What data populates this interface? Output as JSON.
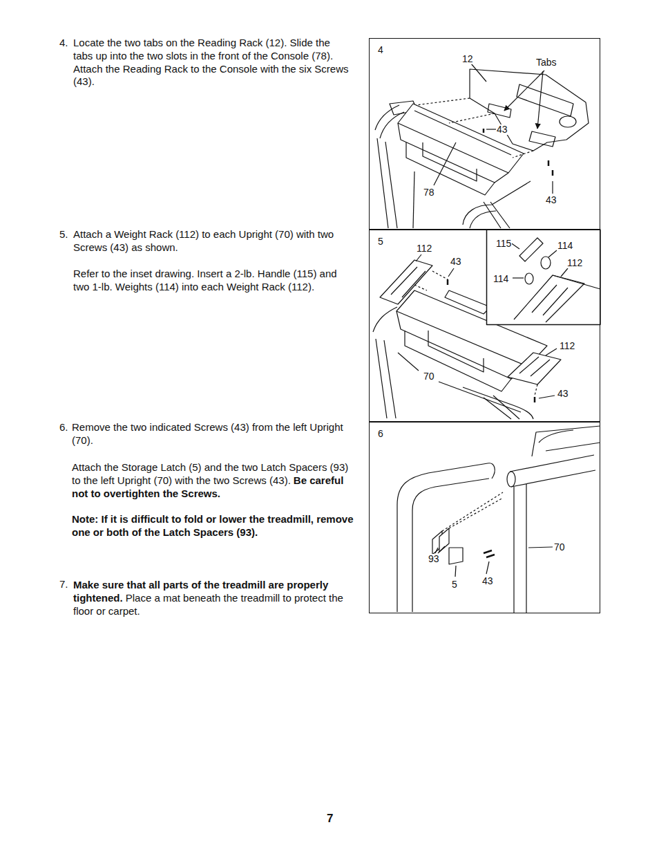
{
  "diagram": {
    "nodes": [
      {
        "text": [
          "4"
        ]
      },
      {
        "text": [
          "5"
        ]
      },
      {
        "text": [
          "6"
        ]
      }
    ],
    "labels": [
      "4.",
      "Locate the two tabs on the Reading Rack (12). Slide the tabs up into the two slots in the front of the Console (78). Attach the Reading Rack to the Console with the six Screws (43).",
      "5.",
      "Attach a Weight Rack (112) to each Upright (70) with two Screws (43) as shown.",
      "Refer to the inset drawing. Insert a 2-lb. Handle (115) and two 1-lb. Weights (114) into each Weight Rack (112).",
      "6.",
      "Remove the two indicated Screws (43) from the left Upright (70).",
      "Attach the Storage Latch (5) and the two Latch Spacers (93) to the left Upright (70) with the two Screws (43).",
      "Be careful not to overtighten the Screws.",
      "Note: If it is difficult to fold or lower the treadmill, remove one or both of the Latch Spacers (93).",
      "7.",
      "Make sure that all parts of the treadmill are properly tightened.",
      "Place a mat beneath the treadmill to protect the floor or carpet.",
      "7",
      "12",
      "Tabs",
      "43",
      "78",
      "43",
      "112",
      "43",
      "112",
      "70",
      "43",
      "115",
      "114",
      "114",
      "112",
      "93",
      "5",
      "43",
      "70"
    ]
  }
}
